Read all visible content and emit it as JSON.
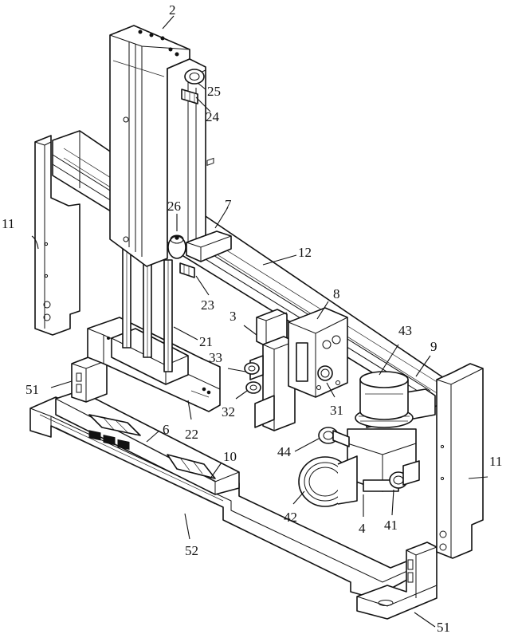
{
  "labels": {
    "l2": "2",
    "l25": "25",
    "l24": "24",
    "l26": "26",
    "l7": "7",
    "l11_left": "11",
    "l12": "12",
    "l8": "8",
    "l43": "43",
    "l9": "9",
    "l3": "3",
    "l23": "23",
    "l21": "21",
    "l33": "33",
    "l32": "32",
    "l31": "31",
    "l51_left": "51",
    "l22": "22",
    "l6": "6",
    "l10": "10",
    "l44": "44",
    "l42": "42",
    "l4": "4",
    "l41": "41",
    "l11_right": "11",
    "l52": "52",
    "l51_right": "51"
  }
}
